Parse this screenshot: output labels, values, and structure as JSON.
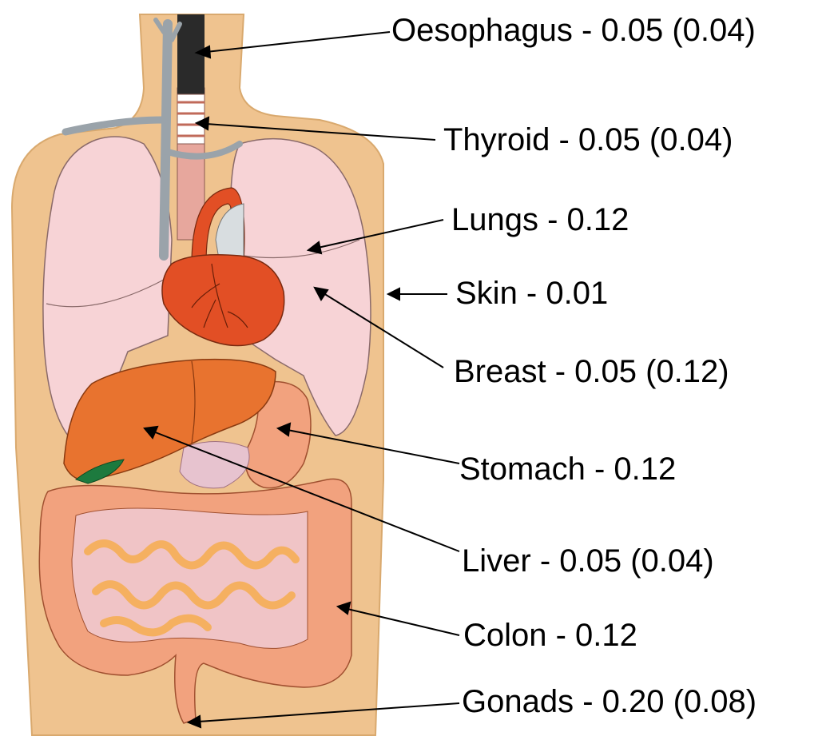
{
  "labels": [
    {
      "organ": "Oesophagus",
      "text": "Oesophagus - 0.05 (0.04)"
    },
    {
      "organ": "Thyroid",
      "text": "Thyroid - 0.05 (0.04)"
    },
    {
      "organ": "Lungs",
      "text": "Lungs - 0.12"
    },
    {
      "organ": "Skin",
      "text": "Skin - 0.01"
    },
    {
      "organ": "Breast",
      "text": "Breast - 0.05 (0.12)"
    },
    {
      "organ": "Stomach",
      "text": "Stomach - 0.12"
    },
    {
      "organ": "Liver",
      "text": "Liver - 0.05 (0.04)"
    },
    {
      "organ": "Colon",
      "text": "Colon - 0.12"
    },
    {
      "organ": "Gonads",
      "text": "Gonads - 0.20 (0.08)"
    }
  ],
  "colors": {
    "skin": "#efc38f",
    "trachea": "#e7a79d",
    "esophagus": "#2a2a2a",
    "vessels": "#9aa3aa",
    "lungs": "#f7d3d6",
    "heart": "#e24f25",
    "liver": "#e8732f",
    "gallbladder": "#1d7a3e",
    "stomach": "#f2a27e",
    "intestine": "#f2a27e",
    "small_intestine": "#f5b060",
    "thyroid": "#ffffff"
  }
}
